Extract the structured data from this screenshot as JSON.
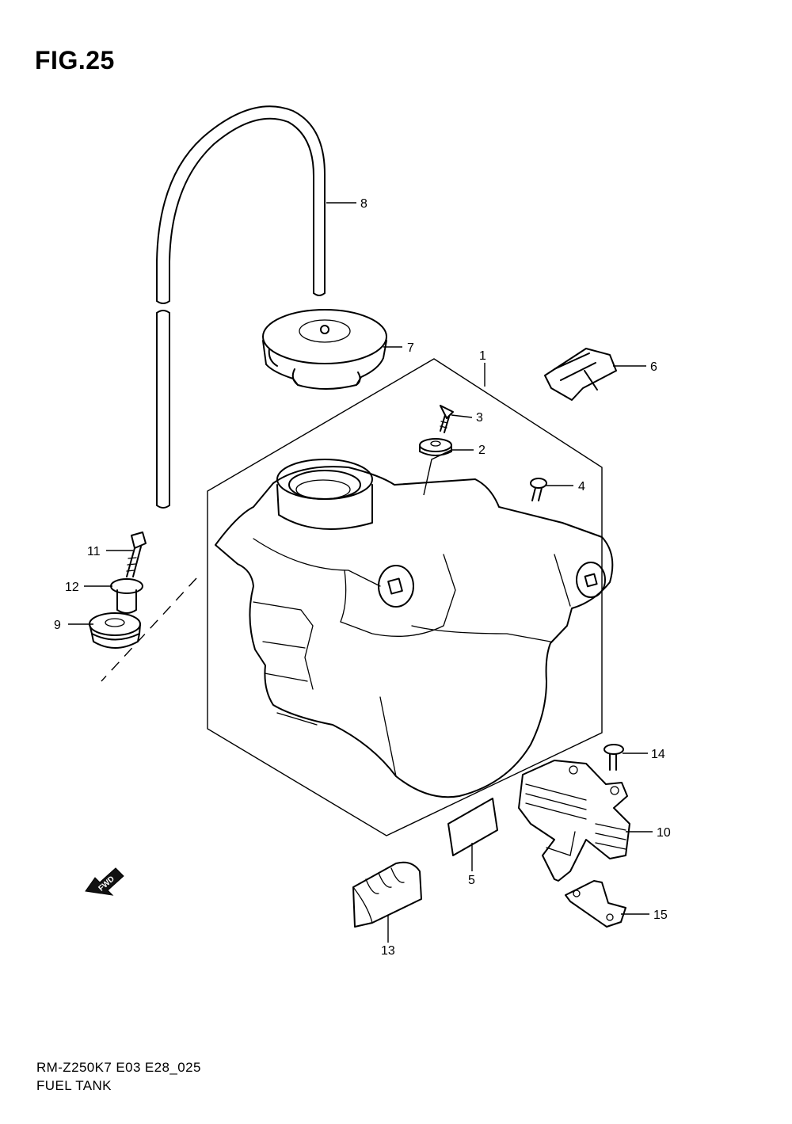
{
  "figure": {
    "title": "FIG.25",
    "model_code": "RM-Z250K7 E03 E28_025",
    "assembly_name": "FUEL TANK",
    "fwd_marker": "FWD"
  },
  "callouts": [
    "1",
    "2",
    "3",
    "4",
    "5",
    "6",
    "7",
    "8",
    "9",
    "10",
    "11",
    "12",
    "13",
    "14",
    "15"
  ]
}
